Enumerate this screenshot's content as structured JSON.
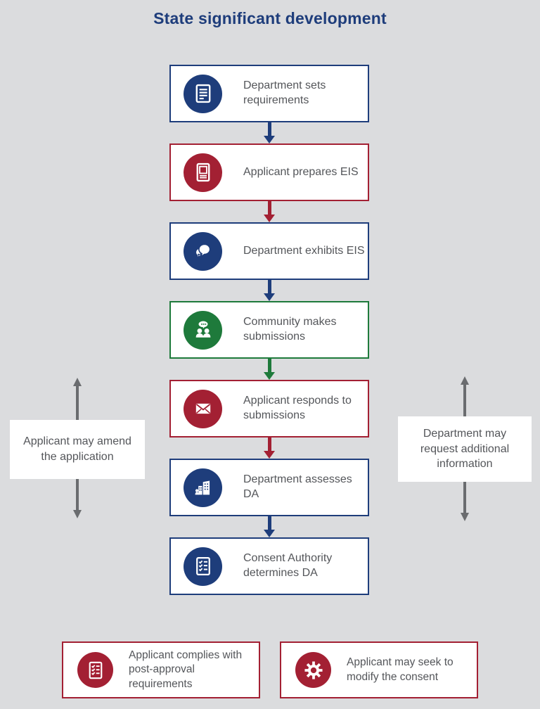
{
  "title": "State significant development",
  "theme": {
    "bg": "#dbdcde",
    "navy": "#1e3d7b",
    "red": "#a32033",
    "green": "#1e7a3b",
    "arrowgray": "#6a6c6f",
    "text": "#54565a",
    "boxbg": "#ffffff"
  },
  "flow": {
    "steps": [
      {
        "label": "Department sets requirements",
        "color": "navy",
        "icon": "document-list-icon"
      },
      {
        "label": "Applicant prepares EIS",
        "color": "red",
        "icon": "document-icon"
      },
      {
        "label": "Department exhibits EIS",
        "color": "navy",
        "icon": "speech-bubbles-icon"
      },
      {
        "label": "Community makes submissions",
        "color": "green",
        "icon": "community-icon"
      },
      {
        "label": "Applicant responds to submissions",
        "color": "red",
        "icon": "envelope-icon"
      },
      {
        "label": "Department assesses DA",
        "color": "navy",
        "icon": "buildings-icon"
      },
      {
        "label": "Consent Authority determines DA",
        "color": "navy",
        "icon": "checklist-icon"
      }
    ]
  },
  "side_notes": {
    "left": {
      "label": "Applicant may amend the application",
      "arrows": "up-down"
    },
    "right": {
      "label": "Department may request additional information",
      "arrows": "up-down"
    }
  },
  "bottom": {
    "left": {
      "label": "Applicant complies with post-approval requirements",
      "color": "red",
      "icon": "checklist-icon"
    },
    "right": {
      "label": "Applicant may seek to modify the consent",
      "color": "red",
      "icon": "gear-icon"
    }
  }
}
